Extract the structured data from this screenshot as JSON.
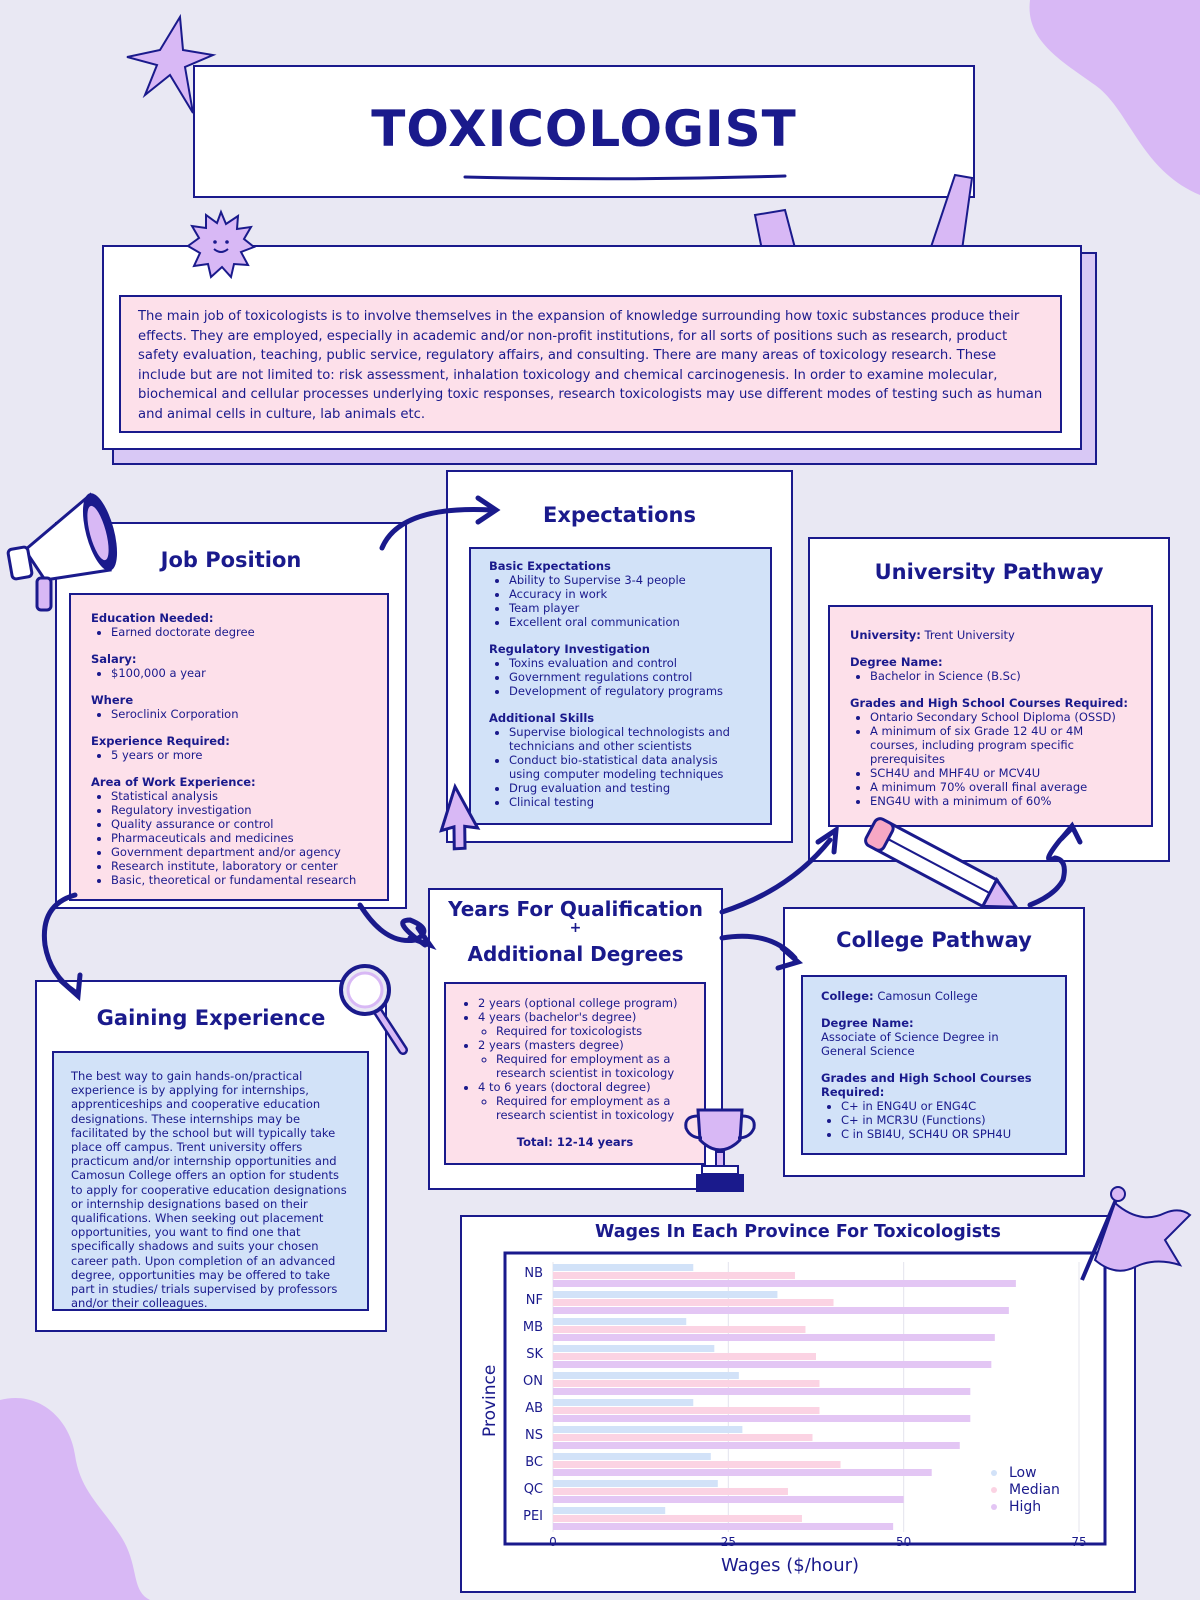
{
  "title": "TOXICOLOGIST",
  "intro": "The main job of toxicologists is to involve themselves in the expansion of knowledge surrounding how toxic substances produce their effects. They are employed, especially in academic and/or non-profit institutions, for all sorts of positions such as research, product safety evaluation, teaching, public service, regulatory affairs, and consulting. There are many areas of toxicology research. These include but are not limited to: risk assessment, inhalation toxicology and chemical carcinogenesis. In order to examine molecular, biochemical and cellular processes underlying toxic responses, research toxicologists may use different modes of testing such as human and animal cells in culture, lab animals etc.",
  "job": {
    "heading": "Job Position",
    "education_label": "Education Needed:",
    "education": [
      "Earned doctorate degree"
    ],
    "salary_label": "Salary:",
    "salary": [
      "$100,000 a year"
    ],
    "where_label": "Where",
    "where": [
      "Seroclinix Corporation"
    ],
    "experience_label": "Experience Required:",
    "experience": [
      "5 years or more"
    ],
    "area_label": "Area of Work Experience:",
    "area": [
      "Statistical analysis",
      "Regulatory investigation",
      "Quality assurance or control",
      "Pharmaceuticals and medicines",
      "Government department and/or agency",
      "Research institute, laboratory or center",
      "Basic, theoretical or fundamental research"
    ]
  },
  "expectations": {
    "heading": "Expectations",
    "basic_label": "Basic Expectations",
    "basic": [
      "Ability to Supervise 3-4 people",
      "Accuracy in work",
      "Team player",
      "Excellent oral communication"
    ],
    "regulatory_label": "Regulatory Investigation",
    "regulatory": [
      "Toxins evaluation and control",
      "Government regulations control",
      "Development of regulatory programs"
    ],
    "skills_label": "Additional Skills",
    "skills": [
      "Supervise biological technologists and technicians and other scientists",
      "Conduct bio-statistical data analysis using computer modeling techniques",
      "Drug evaluation and testing",
      "Clinical testing"
    ]
  },
  "university": {
    "heading": "University Pathway",
    "university_label": "University:",
    "university_name": "Trent University",
    "degree_label": "Degree Name:",
    "degree": [
      "Bachelor in Science (B.Sc)"
    ],
    "grades_label": "Grades and High School Courses Required:",
    "grades": [
      "Ontario Secondary School Diploma (OSSD)",
      "A minimum of six Grade 12 4U or 4M courses, including program specific prerequisites",
      "SCH4U and MHF4U or MCV4U",
      "A minimum 70% overall final average",
      "ENG4U with a minimum of 60%"
    ]
  },
  "years": {
    "heading_line1": "Years For Qualification",
    "heading_plus": "+",
    "heading_line2": "Additional Degrees",
    "item1": "2 years (optional college program)",
    "item2": "4 years (bachelor's degree)",
    "item2_sub": "Required for toxicologists",
    "item3": "2 years (masters degree)",
    "item3_sub": "Required for employment as a research scientist in toxicology",
    "item4": "4 to 6 years (doctoral degree)",
    "item4_sub": "Required for employment as a research scientist in toxicology",
    "total": "Total: 12-14 years"
  },
  "college": {
    "heading": "College Pathway",
    "college_label": "College:",
    "college_name": "Camosun College",
    "degree_label": "Degree Name:",
    "degree_name": "Associate of Science Degree in General Science",
    "grades_label": "Grades and High School Courses Required:",
    "grades": [
      "C+ in ENG4U or ENG4C",
      "C+ in MCR3U (Functions)",
      "C in SBI4U, SCH4U OR SPH4U"
    ]
  },
  "experience": {
    "heading": "Gaining Experience",
    "body": "The best way to gain hands-on/practical experience is by applying for internships, apprenticeships and cooperative education designations. These internships may be facilitated by the school but will typically take place off campus. Trent university offers practicum and/or internship opportunities and Camosun College offers an option for students to apply for cooperative education designations or internship designations based on their qualifications. When seeking out placement opportunities, you want to find one that specifically shadows and suits your chosen career path. Upon completion of an advanced degree, opportunities may be offered to take part in studies/ trials supervised by professors and/or their colleagues."
  },
  "chart_data": {
    "type": "bar",
    "orientation": "horizontal",
    "title": "Wages In Each Province For Toxicologists",
    "xlabel": "Wages ($/hour)",
    "ylabel": "Province",
    "categories": [
      "NB",
      "NF",
      "MB",
      "SK",
      "ON",
      "AB",
      "NS",
      "BC",
      "QC",
      "PEI"
    ],
    "series": [
      {
        "name": "Low",
        "color": "#d2e2f8",
        "values": [
          20,
          32,
          19,
          23,
          26.5,
          20,
          27,
          22.5,
          23.5,
          16
        ]
      },
      {
        "name": "Median",
        "color": "#fbd3e3",
        "values": [
          34.5,
          40,
          36,
          37.5,
          38,
          38,
          37,
          41,
          33.5,
          35.5
        ]
      },
      {
        "name": "High",
        "color": "#e3c6f4",
        "values": [
          66,
          65,
          63,
          62.5,
          59.5,
          59.5,
          58,
          54,
          50,
          48.5
        ]
      }
    ],
    "xticks": [
      0,
      25,
      50,
      75
    ],
    "xlim": [
      0,
      75
    ],
    "grid": true,
    "legend": "bottom-right"
  }
}
